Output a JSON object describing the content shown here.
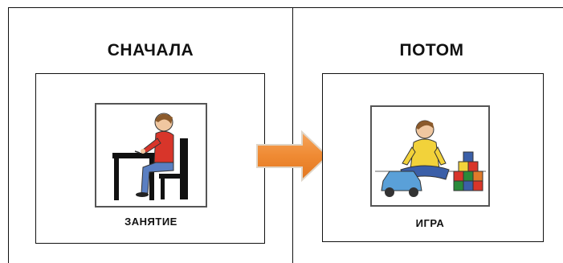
{
  "panels": {
    "first": {
      "heading": "СНАЧАЛА",
      "card_label": "ЗАНЯТИЕ",
      "pictogram": "child-writing-at-desk-icon"
    },
    "then": {
      "heading": "ПОТОМ",
      "card_label": "ИГРА",
      "pictogram": "child-playing-with-toys-icon"
    }
  },
  "arrow": {
    "color": "#f08a30",
    "direction": "right"
  }
}
